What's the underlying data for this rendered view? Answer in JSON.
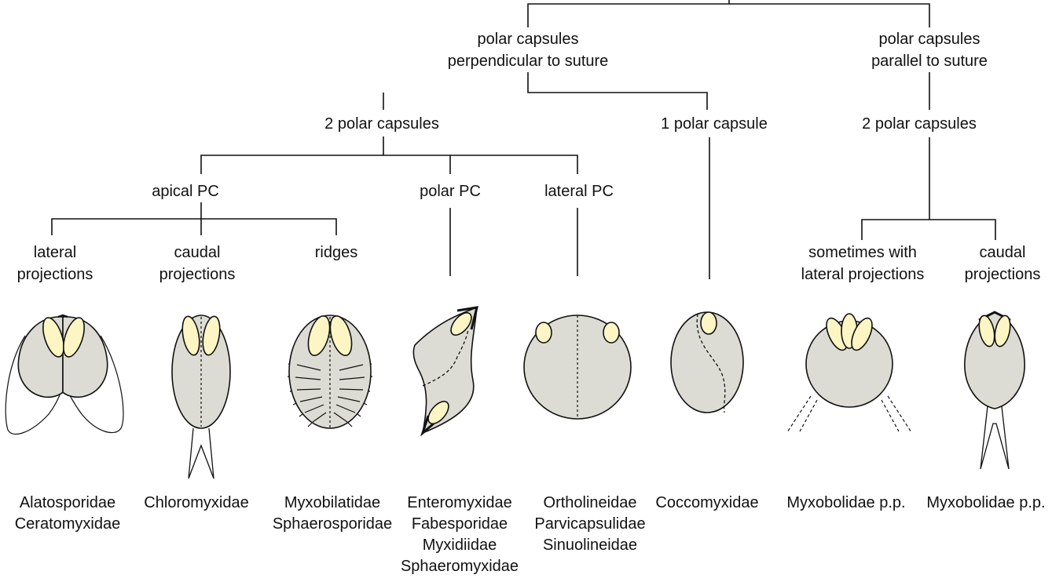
{
  "tree": {
    "perpendicular": {
      "line1": "polar capsules",
      "line2": "perpendicular to suture"
    },
    "parallel": {
      "line1": "polar capsules",
      "line2": "parallel to suture"
    },
    "two_pc_left": "2 polar capsules",
    "one_pc": "1 polar capsule",
    "two_pc_right": "2 polar capsules",
    "apical_pc": "apical PC",
    "polar_pc": "polar PC",
    "lateral_pc": "lateral PC",
    "lateral_proj": {
      "line1": "lateral",
      "line2": "projections"
    },
    "caudal_proj": {
      "line1": "caudal",
      "line2": "projections"
    },
    "ridges": "ridges",
    "sometimes_lateral": {
      "line1": "sometimes with",
      "line2": "lateral projections"
    },
    "caudal_proj_right": {
      "line1": "caudal",
      "line2": "projections"
    }
  },
  "families": {
    "alatosporidae": {
      "line1": "Alatosporidae",
      "line2": "Ceratomyxidae"
    },
    "chloromyxidae": {
      "line1": "Chloromyxidae"
    },
    "myxobilatidae": {
      "line1": "Myxobilatidae",
      "line2": "Sphaerosporidae"
    },
    "enteromyxidae": {
      "line1": "Enteromyxidae",
      "line2": "Fabesporidae",
      "line3": "Myxidiidae",
      "line4": "Sphaeromyxidae"
    },
    "ortholineidae": {
      "line1": "Ortholineidae",
      "line2": "Parvicapsulidae",
      "line3": "Sinuolineidae"
    },
    "coccomyxidae": {
      "line1": "Coccomyxidae"
    },
    "myxobolidae_a": {
      "line1": "Myxobolidae p.p."
    },
    "myxobolidae_b": {
      "line1": "Myxobolidae p.p."
    }
  },
  "colors": {
    "spore_fill": "#dcdcd4",
    "capsule_fill": "#fdf6c4",
    "line": "#111111"
  }
}
